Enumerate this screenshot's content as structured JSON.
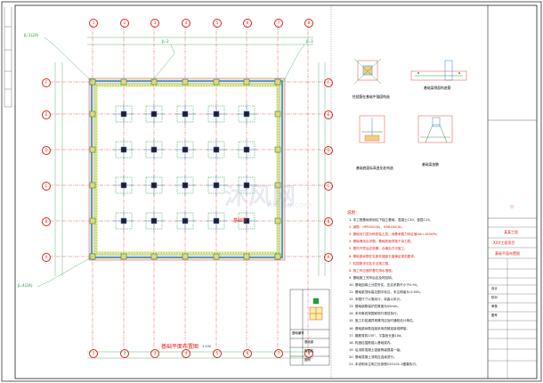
{
  "drawing": {
    "main_title": "基础平面布置图",
    "main_scale": "1:100",
    "watermark_main": "沐风网",
    "watermark_sub": "mfcad.com",
    "axis_top": [
      "1",
      "2",
      "3",
      "4",
      "5",
      "6",
      "7",
      "8"
    ],
    "axis_left": [
      "F",
      "E",
      "D",
      "C",
      "B",
      "A"
    ],
    "plan_note": "基础梁",
    "callouts": {
      "top_left": "JL-1(2A)",
      "top_mid": "JL-2",
      "top_right": "JL-3",
      "bottom_left": "JL-4(2A)"
    }
  },
  "details": [
    {
      "title": "柱插筋在基础中锚固构造"
    },
    {
      "title": "基础梁侧面构造筋"
    },
    {
      "title": "基础底面标高变化处构造"
    },
    {
      "title": "基础梁加腋"
    }
  ],
  "notes": {
    "heading": "说明：",
    "lines": [
      "1. 本工程基础采用柱下独立基础，混凝土C30，垫层C15。",
      "2. 钢筋：HPB300(Φ)，HRB400(Φ)。",
      "3. 基础持力层为粉质粘土层，地基承载力特征值fak=180kPa。",
      "4. 基础埋深见详图，基础底面须落于持力层。",
      "5. 基坑开挖后应验槽，合格后方可施工。",
      "6. 基础梁纵筋在支座处锚固长度满足规范要求。",
      "7. 柱插筋详见柱平法施工图。",
      "8. 施工时应做好基坑排水措施。",
      "9. 基础施工完毕后应及时回填。",
      "10. 基础回填土分层夯实，压实系数不小于0.94。",
      "11. 基础梁顶标高见图中标注，未注明者为-0.500。",
      "12. 本图尺寸以毫米计，标高以米计。",
      "13. 基础钢筋保护层厚度为40mm。",
      "14. 未尽事宜按国家现行规范执行。",
      "15. 施工中如遇异常情况应及时通知设计单位。",
      "16. 基础梁纵筋连接采用机械连接或焊接。",
      "17. 箍筋弯钩135°，平直段长度10d。",
      "18. 构造柱插筋锚入基础梁内。",
      "19. 后浇带混凝土强度等级提高一级。",
      "20. 基础混凝土浇筑应连续进行。",
      "21. 本说明未注明之处参照22G101-3图集执行。"
    ]
  },
  "legend": {
    "rows": [
      "图例",
      "基础编号",
      "基础梁",
      "构造柱"
    ],
    "label_col": [
      "",
      "标记",
      "",
      "说明"
    ]
  },
  "title_block": {
    "project": "某某工程",
    "building": "XXX工程项目",
    "drawing_name": "基础平面布置图",
    "fields": [
      "设计",
      "校对",
      "审核",
      "图号"
    ]
  },
  "colors": {
    "axis": "#e0201a",
    "grid": "#e0201a",
    "wall": "#3a7de0",
    "column": "#1aa13a",
    "dimension": "#1aa13a",
    "beam_fill": "#f5f0a0",
    "foundation": "#c040c0",
    "text_main": "#e0201a",
    "frame": "#202020"
  }
}
